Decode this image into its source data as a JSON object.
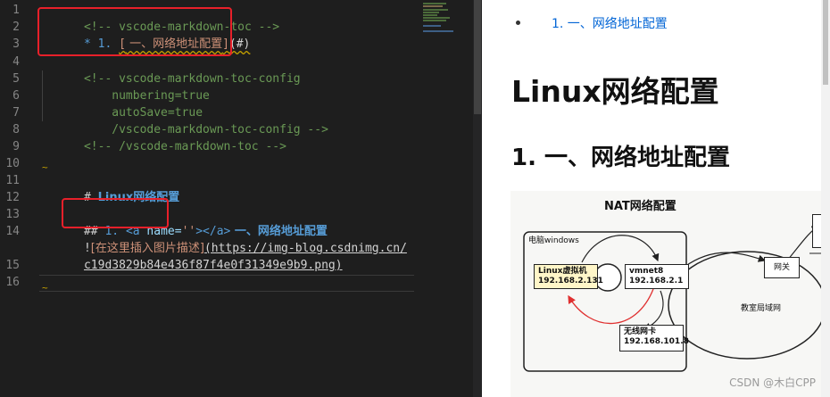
{
  "editor": {
    "line_numbers": [
      "1",
      "2",
      "3",
      "4",
      "5",
      "6",
      "7",
      "8",
      "9",
      "10",
      "11",
      "12",
      "13",
      "14",
      "",
      "15",
      "16"
    ],
    "lines": {
      "l1": "<!-- vscode-markdown-toc -->",
      "l2_star": "* ",
      "l2_num": "1. ",
      "l2_link_open": "[",
      "l2_link_text": " 一、网络地址配置",
      "l2_link_close": "]",
      "l2_href": "(#)",
      "l4": "<!-- vscode-markdown-toc-config",
      "l5": "    numbering=true",
      "l6": "    autoSave=true",
      "l7": "    /vscode-markdown-toc-config -->",
      "l8": "<!-- /vscode-markdown-toc -->",
      "l11_hash": "# ",
      "l11_text": "Linux网络配置",
      "l13_hash": "## ",
      "l13_num": "1. ",
      "l13_tag_open": "<a ",
      "l13_attr": "name=",
      "l13_val": "''",
      "l13_gt": ">",
      "l13_tag_close": "</a>",
      "l13_text": " 一、网络地址配置",
      "l14_bang": "!",
      "l14_alt": "[在这里插入图片描述]",
      "l14_url_a": "(https://img-blog.csdnimg.cn/",
      "l14_url_b": "c19d3829b84e436f87f4e0f31349e9b9.png)"
    }
  },
  "preview": {
    "toc_item": "1. 一、网络地址配置",
    "h1": "Linux网络配置",
    "h2": "1. 一、网络地址配置",
    "diagram": {
      "title": "NAT网络配置",
      "container_label": "电脑windows",
      "vm_box": "Linux虚拟机\n192.168.2.131",
      "vmnet_box": "vmnet8\n192.168.2.1",
      "wifi_box": "无线网卡\n192.168.101.8",
      "gateway": "网关",
      "lan": "教室局域网",
      "right_box_top": "",
      "right_box_mid": ""
    },
    "watermark": "CSDN @木白CPP"
  },
  "colors": {
    "editor_bg": "#1e1e1e",
    "comment": "#6a9955",
    "keyword_blue": "#569cd6",
    "highlight_red": "#e8202a",
    "link_blue": "#0366d6"
  }
}
